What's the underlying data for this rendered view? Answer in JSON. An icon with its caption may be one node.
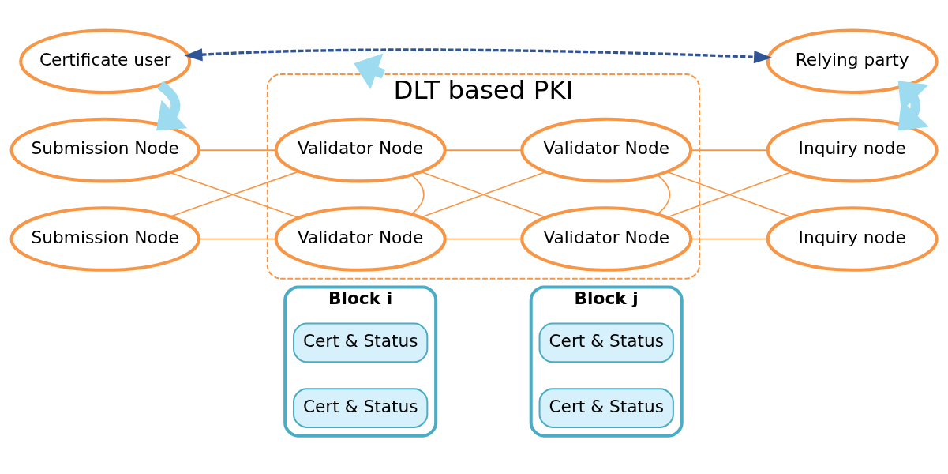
{
  "diagram": {
    "nodes": [
      {
        "text": [
          "Certificate user"
        ]
      },
      {
        "text": [
          "Relying party"
        ]
      },
      {
        "text": [
          "DLT based PKI"
        ]
      },
      {
        "text": [
          "Submission Node"
        ]
      },
      {
        "text": [
          "Submission Node"
        ]
      },
      {
        "text": [
          "Validator Node"
        ],
        "in": 2
      },
      {
        "text": [
          "Validator Node"
        ],
        "in": 2
      },
      {
        "text": [
          "Validator Node"
        ],
        "in": 2
      },
      {
        "text": [
          "Validator Node"
        ],
        "in": 2
      },
      {
        "text": [
          "Inquiry node"
        ]
      },
      {
        "text": [
          "Inquiry node"
        ]
      },
      {
        "text": [
          "Block i"
        ]
      },
      {
        "text": [
          "Cert & Status"
        ],
        "in": 11
      },
      {
        "text": [
          "Cert & Status"
        ],
        "in": 11
      },
      {
        "text": [
          "Block j"
        ]
      },
      {
        "text": [
          "Cert & Status"
        ],
        "in": 14
      },
      {
        "text": [
          "Cert & Status"
        ],
        "in": 14
      }
    ],
    "edges": [
      {
        "from": 0,
        "to": 1,
        "arrow": "both",
        "style": "dashed",
        "color": "#2f5597"
      },
      {
        "from": 0,
        "to": 3,
        "arrow": "to",
        "style": "thick",
        "color": "#9ddcf0"
      },
      {
        "from": 1,
        "to": 9,
        "arrow": "both",
        "style": "thick",
        "color": "#9ddcf0"
      },
      {
        "from": 3,
        "to": 5,
        "arrow": "none"
      },
      {
        "from": 3,
        "to": 7,
        "arrow": "none"
      },
      {
        "from": 4,
        "to": 5,
        "arrow": "none"
      },
      {
        "from": 4,
        "to": 7,
        "arrow": "none"
      },
      {
        "from": 5,
        "to": 6,
        "arrow": "none"
      },
      {
        "from": 5,
        "to": 7,
        "arrow": "none"
      },
      {
        "from": 5,
        "to": 8,
        "arrow": "none"
      },
      {
        "from": 6,
        "to": 7,
        "arrow": "none"
      },
      {
        "from": 6,
        "to": 8,
        "arrow": "none"
      },
      {
        "from": 7,
        "to": 8,
        "arrow": "none"
      },
      {
        "from": 6,
        "to": 9,
        "arrow": "none"
      },
      {
        "from": 6,
        "to": 10,
        "arrow": "none"
      },
      {
        "from": 8,
        "to": 9,
        "arrow": "none"
      },
      {
        "from": 8,
        "to": 10,
        "arrow": "none"
      },
      {
        "from": 2,
        "to": null,
        "arrow": "to",
        "style": "thick",
        "color": "#9ddcf0"
      }
    ]
  }
}
